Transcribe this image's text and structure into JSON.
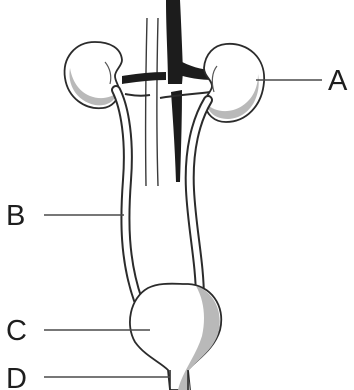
{
  "labels": {
    "a": "A",
    "b": "B",
    "c": "C",
    "d": "D"
  },
  "colors": {
    "outline": "#2b2b2b",
    "shade": "#b9b9b9",
    "vessel": "#1c1c1c",
    "text": "#1e1e1e"
  }
}
